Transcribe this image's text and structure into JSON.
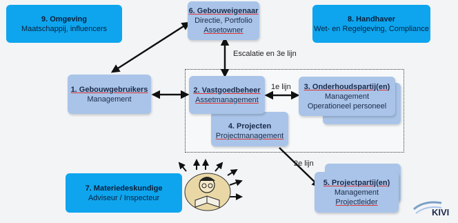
{
  "nodes": {
    "omgeving": {
      "title": "9. Omgeving",
      "lines": [
        "Maatschappij, influencers"
      ]
    },
    "gebouweigenaar": {
      "title": "6. Gebouweigenaar",
      "lines": [
        "Directie, Portfolio",
        "Assetowner"
      ]
    },
    "handhaver": {
      "title": "8. Handhaver",
      "lines": [
        "Wet- en Regelgeving, Compliance"
      ]
    },
    "gebouwgebruikers": {
      "title": "1. Gebouwgebruikers",
      "lines": [
        "Management"
      ]
    },
    "vastgoedbeheer": {
      "title": "2. Vastgoedbeheer",
      "lines": [
        "Assetmanagement"
      ]
    },
    "onderhoudspartijen": {
      "title": "3. Onderhoudspartij(en)",
      "lines": [
        "Management",
        "Operationeel personeel"
      ]
    },
    "projecten": {
      "title": "4. Projecten",
      "lines": [
        "Projectmanagement"
      ]
    },
    "projectpartijen": {
      "title": "5. Projectpartij(en)",
      "lines": [
        "Management",
        "Projectleider"
      ]
    },
    "materiedeskundige": {
      "title": "7. Materiedeskundige",
      "lines": [
        "Adviseur / Inspecteur"
      ]
    }
  },
  "labels": {
    "escalatie": "Escalatie en 3e lijn",
    "lijn1": "1e lijn",
    "lijn2": "2e lijn"
  },
  "logo": {
    "text": "KIVI"
  },
  "colors": {
    "light_box": "#a9c4e8",
    "bright_box": "#0ea5ee",
    "arrow": "#111111"
  }
}
